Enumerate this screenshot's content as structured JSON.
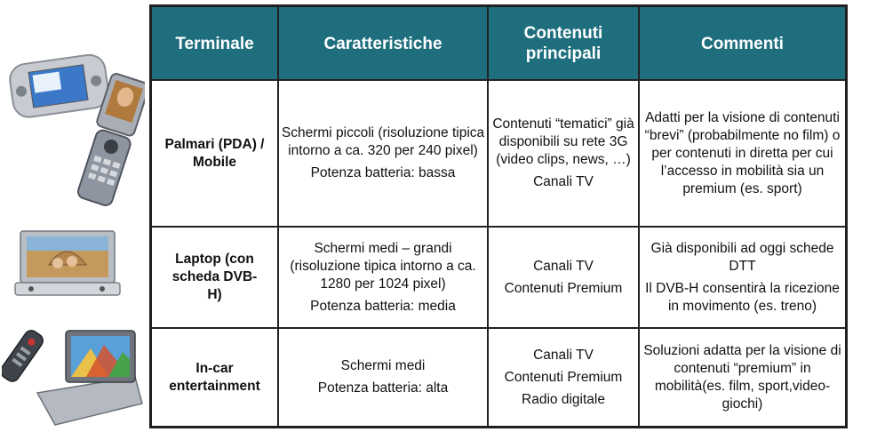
{
  "header": {
    "col1": "Terminale",
    "col2": "Caratteristiche",
    "col3": "Contenuti principali",
    "col4": "Commenti"
  },
  "rows": [
    {
      "terminal": "Palmari (PDA) / Mobile",
      "features": [
        "Schermi piccoli (risoluzione tipica intorno a ca. 320 per 240 pixel)",
        "Potenza batteria: bassa"
      ],
      "contents": [
        "Contenuti “tematici” già disponibili su rete 3G (video clips, news, …)",
        "Canali TV"
      ],
      "comments": [
        "Adatti per la visione di contenuti “brevi” (probabilmente no film) o per contenuti in diretta per cui l’accesso in mobilità sia un premium (es. sport)"
      ]
    },
    {
      "terminal": "Laptop (con scheda DVB-H)",
      "features": [
        "Schermi medi – grandi (risoluzione tipica intorno a ca. 1280 per 1024 pixel)",
        "Potenza batteria: media"
      ],
      "contents": [
        "Canali TV",
        "Contenuti Premium"
      ],
      "comments": [
        "Già disponibili ad oggi schede DTT",
        "Il DVB-H consentirà la ricezione in movimento (es. treno)"
      ]
    },
    {
      "terminal": "In-car entertainment",
      "features": [
        "Schermi medi",
        "Potenza batteria: alta"
      ],
      "contents": [
        "Canali TV",
        "Contenuti Premium",
        "Radio digitale"
      ],
      "comments": [
        "Soluzioni adatta per la visione di contenuti “premium” in mobilità(es. film, sport,video-giochi)"
      ]
    }
  ],
  "colors": {
    "header_bg": "#1e6e7d",
    "border": "#222222"
  }
}
